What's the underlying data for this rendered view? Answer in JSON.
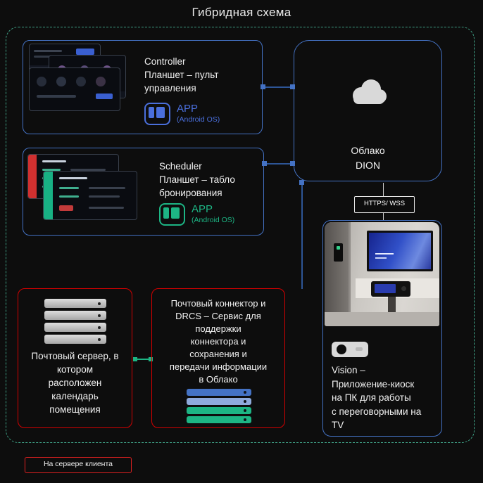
{
  "title": "Гибридная схема",
  "controller": {
    "title": "Controller",
    "description": "Планшет – пульт\nуправления",
    "app_label": "APP",
    "app_os": "(Android OS)"
  },
  "scheduler": {
    "title": "Scheduler",
    "description": "Планшет – табло\nбронирования",
    "app_label": "APP",
    "app_os": "(Android OS)"
  },
  "cloud": {
    "label": "Облако\nDION"
  },
  "link": {
    "protocol": "HTTPS/ WSS"
  },
  "vision": {
    "label": "Vision –\nПриложение-киоск\nна ПК для работы\nс переговорными на\nTV"
  },
  "mail_server": {
    "label": "Почтовый сервер, в\nкотором\nрасположен\nкалендарь\nпомещения"
  },
  "mail_connector": {
    "label": "Почтовый коннектор и\nDRCS – Сервис для\nподдержки\nконнектора и\nсохранения и\nпередачи информации\nв Облако"
  },
  "footer": {
    "client_zone_label": "На сервере клиента"
  },
  "colors": {
    "background": "#0d0d0d",
    "node_border_blue": "#4472c4",
    "connector_line_blue": "#2d5596",
    "accent_blue": "#4a6fdc",
    "accent_green": "#1db584",
    "node_border_red": "#d40000",
    "zone_dashed_teal": "#3fa186",
    "cloud_gray": "#d9d9d9",
    "bar_blue": "#4472c4",
    "bar_light_blue": "#8faadc",
    "bar_green": "#1db584"
  }
}
